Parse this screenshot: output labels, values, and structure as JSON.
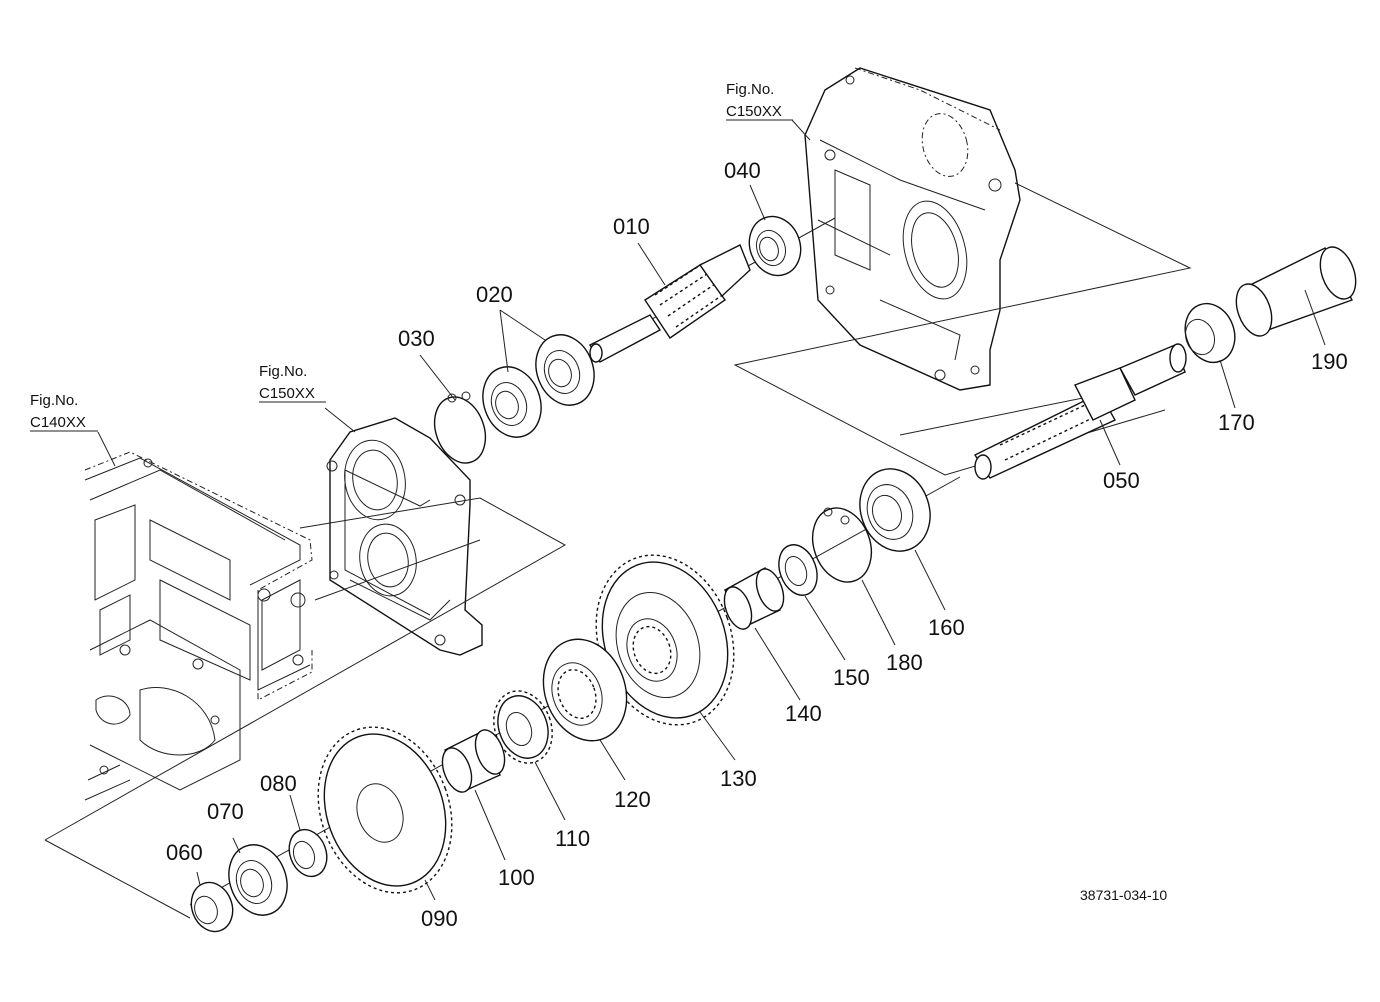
{
  "diagram": {
    "parts": [
      {
        "id": "010",
        "label": "010"
      },
      {
        "id": "020",
        "label": "020"
      },
      {
        "id": "030",
        "label": "030"
      },
      {
        "id": "040",
        "label": "040"
      },
      {
        "id": "050",
        "label": "050"
      },
      {
        "id": "060",
        "label": "060"
      },
      {
        "id": "070",
        "label": "070"
      },
      {
        "id": "080",
        "label": "080"
      },
      {
        "id": "090",
        "label": "090"
      },
      {
        "id": "100",
        "label": "100"
      },
      {
        "id": "110",
        "label": "110"
      },
      {
        "id": "120",
        "label": "120"
      },
      {
        "id": "130",
        "label": "130"
      },
      {
        "id": "140",
        "label": "140"
      },
      {
        "id": "150",
        "label": "150"
      },
      {
        "id": "160",
        "label": "160"
      },
      {
        "id": "170",
        "label": "170"
      },
      {
        "id": "180",
        "label": "180"
      },
      {
        "id": "190",
        "label": "190"
      }
    ],
    "fig_refs": [
      {
        "line1": "Fig.No.",
        "line2": "C140XX"
      },
      {
        "line1": "Fig.No.",
        "line2": "C150XX"
      },
      {
        "line1": "Fig.No.",
        "line2": "C150XX"
      }
    ],
    "drawing_code": "38731-034-10"
  }
}
